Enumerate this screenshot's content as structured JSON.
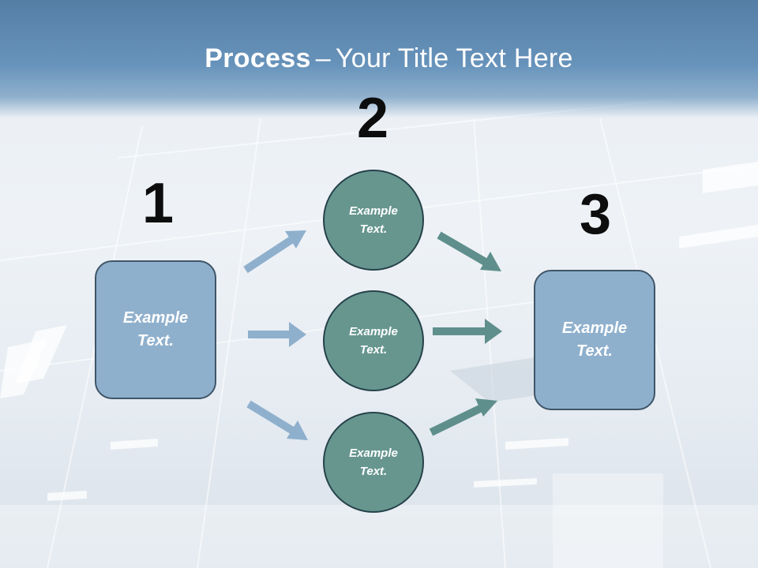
{
  "title": {
    "bold": "Process",
    "separator": "–",
    "rest": "Your Title Text Here"
  },
  "steps": [
    {
      "number": "1"
    },
    {
      "number": "2"
    },
    {
      "number": "3"
    }
  ],
  "input_box": {
    "label": "Example\nText."
  },
  "circles": [
    {
      "label": "Example\nText."
    },
    {
      "label": "Example\nText."
    },
    {
      "label": "Example\nText."
    }
  ],
  "output_box": {
    "label": "Example\nText."
  },
  "colors": {
    "title_band": "#6793bb",
    "box_fill": "#8fb0cd",
    "box_border": "#3f5568",
    "circle_fill": "#67968f",
    "circle_border": "#26424a",
    "arrow_left": "#8fb0cd",
    "arrow_right": "#5f8f8c",
    "number_text": "#0d0d0d"
  }
}
